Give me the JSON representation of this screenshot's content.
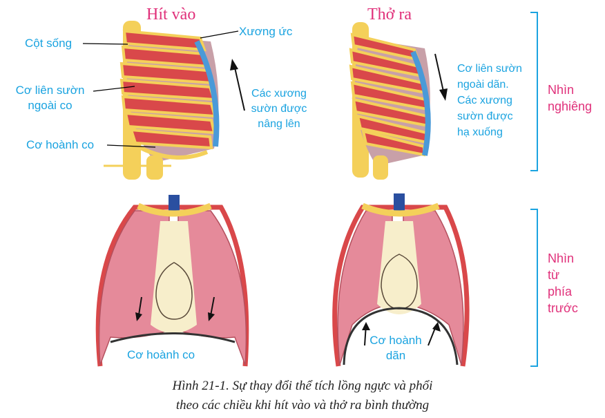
{
  "titles": {
    "inhale": "Hít vào",
    "exhale": "Thở ra"
  },
  "labels": {
    "spine": "Cột sống",
    "sternum": "Xương ức",
    "intercostal_contract": "Cơ liên sườn\nngoài co",
    "diaphragm_contract": "Cơ hoành co",
    "ribs_raised": "Các xương\nsườn được\nnâng lên",
    "intercostal_relax": "Cơ liên sườn\nngoài dãn.\nCác xương\nsườn được\nhạ xuống",
    "front_diaphragm_contract": "Cơ hoành co",
    "front_diaphragm_relax": "Cơ hoành\ndãn"
  },
  "views": {
    "side": "Nhìn\nnghiêng",
    "front": "Nhìn\ntừ\nphía\ntrước"
  },
  "caption": {
    "line1": "Hình 21-1. Sự thay đổi thể tích lồng ngực và phổi",
    "line2": "theo các chiều khi hít vào và thở ra bình thường"
  },
  "colors": {
    "rib_bone": "#f4d05a",
    "muscle": "#d9484a",
    "lung": "#e58a9a",
    "cartilage": "#4a9ad8",
    "label_blue": "#1aa3e0",
    "view_pink": "#e0307a"
  }
}
